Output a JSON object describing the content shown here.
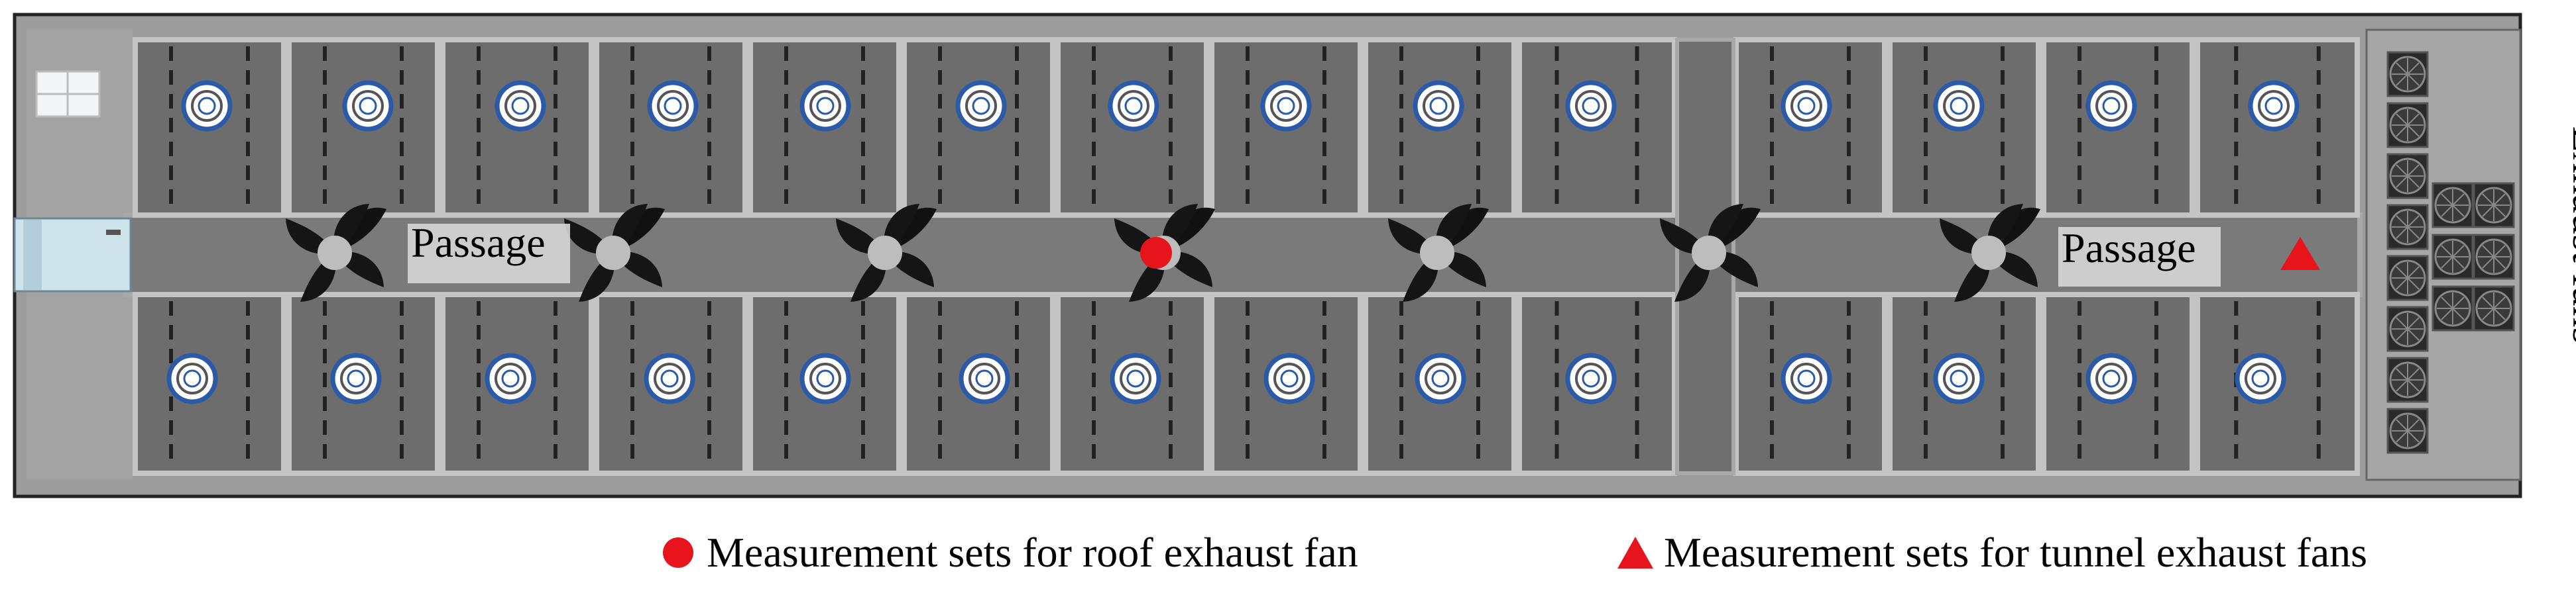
{
  "labels": {
    "passage_left": "Passage",
    "passage_right": "Passage",
    "exhaust_fans": "Exhaust fans"
  },
  "legend": {
    "roof_exhaust": "Measurement sets for roof exhaust fan",
    "tunnel_exhaust": "Measurement sets for tunnel exhaust fans"
  },
  "colors": {
    "building_wall": "#9a9a9a",
    "floor": "#707070",
    "pen_divider": "#c8c8c8",
    "passage": "#7c7c7c",
    "feeder_ring": "#2a5aa8",
    "marker_red": "#e8141c",
    "fan_blade": "#1a1a1a"
  },
  "icons": {
    "window": "window-icon",
    "door": "door-icon",
    "circulation_fan": "circulation-fan-icon",
    "feeder": "feeder-icon",
    "tunnel_fan": "tunnel-exhaust-fan-icon",
    "roof_marker": "red-circle-marker",
    "tunnel_marker": "red-triangle-marker"
  }
}
